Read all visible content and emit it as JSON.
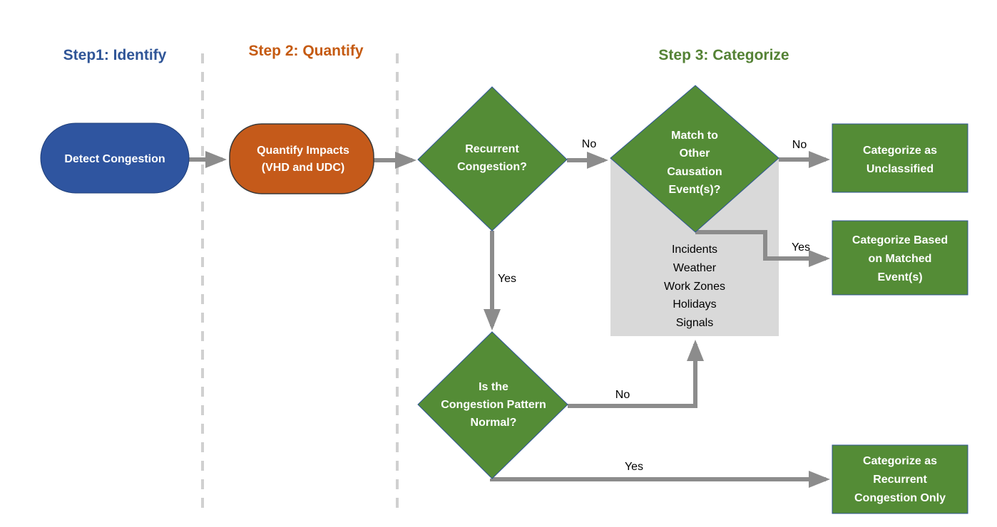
{
  "colors": {
    "step1": "#2f5597",
    "step2": "#c55a11",
    "step3": "#548235",
    "node_blue": "#2f55a0",
    "node_orange": "#c55a1a",
    "node_green": "#548c36",
    "arrow": "#8c8c8c",
    "divider": "#d0d0d0",
    "causes_box": "#d9d9d9"
  },
  "steps": {
    "step1": "Step1: Identify",
    "step2": "Step 2: Quantify",
    "step3": "Step 3: Categorize"
  },
  "nodes": {
    "detect": "Detect Congestion",
    "quantify": [
      "Quantify  Impacts",
      "(VHD and UDC)"
    ],
    "recurrent": [
      "Recurrent",
      "Congestion?"
    ],
    "match": [
      "Match to",
      "Other",
      "Causation",
      "Event(s)?"
    ],
    "pattern": [
      "Is the",
      "Congestion Pattern",
      "Normal?"
    ],
    "unclassified": [
      "Categorize as",
      "Unclassified"
    ],
    "matched": [
      "Categorize Based",
      "on Matched",
      "Event(s)"
    ],
    "recurrent_only": [
      "Categorize as",
      "Recurrent",
      "Congestion Only"
    ]
  },
  "causes": [
    "Incidents",
    "Weather",
    "Work Zones",
    "Holidays",
    "Signals"
  ],
  "edge_labels": {
    "recurrent_no": "No",
    "match_no": "No",
    "match_yes": "Yes",
    "recurrent_yes": "Yes",
    "pattern_no": "No",
    "pattern_yes": "Yes"
  }
}
